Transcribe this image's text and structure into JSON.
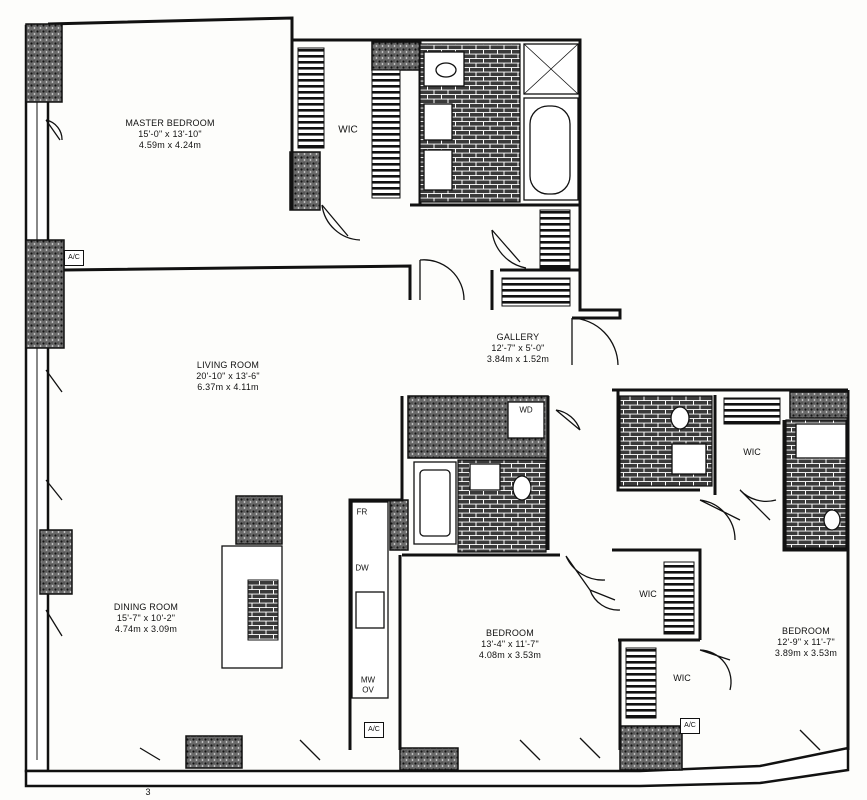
{
  "rooms": {
    "master_bedroom": {
      "name": "MASTER BEDROOM",
      "dim_ft": "15'-0\" x 13'-10\"",
      "dim_m": "4.59m x 4.24m"
    },
    "living_room": {
      "name": "LIVING ROOM",
      "dim_ft": "20'-10\" x 13'-6\"",
      "dim_m": "6.37m x 4.11m"
    },
    "dining_room": {
      "name": "DINING ROOM",
      "dim_ft": "15'-7\" x 10'-2\"",
      "dim_m": "4.74m x 3.09m"
    },
    "gallery": {
      "name": "GALLERY",
      "dim_ft": "12'-7\" x 5'-0\"",
      "dim_m": "3.84m x 1.52m"
    },
    "bedroom_center": {
      "name": "BEDROOM",
      "dim_ft": "13'-4\" x 11'-7\"",
      "dim_m": "4.08m x 3.53m"
    },
    "bedroom_right": {
      "name": "BEDROOM",
      "dim_ft": "12'-9\" x 11'-7\"",
      "dim_m": "3.89m x 3.53m"
    }
  },
  "closets": {
    "wic_master": "WIC",
    "wic_right_upper": "WIC",
    "wic_center": "WIC",
    "wic_lower": "WIC"
  },
  "appliances": {
    "fr": "FR",
    "dw": "DW",
    "mw": "MW",
    "ov": "OV",
    "wd": "WD"
  },
  "ac_units": {
    "ac_left": "A/C",
    "ac_mid": "A/C",
    "ac_right": "A/C"
  },
  "misc": {
    "stray_mark": "3"
  }
}
